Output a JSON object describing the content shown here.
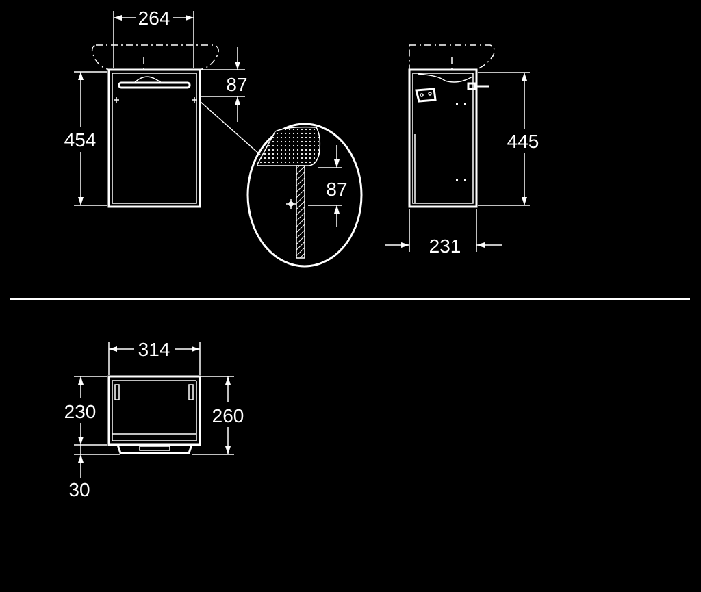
{
  "drawing": {
    "front_view": {
      "width_label": "264",
      "height_label": "454",
      "top_offset_label": "87"
    },
    "detail_view": {
      "offset_label": "87"
    },
    "side_view": {
      "height_label": "445",
      "depth_label": "231"
    },
    "plan_view": {
      "width_label": "314",
      "inner_depth_label": "230",
      "outer_depth_label": "260",
      "base_offset_label": "30"
    }
  },
  "colors": {
    "background": "#000000",
    "line": "#ffffff"
  }
}
